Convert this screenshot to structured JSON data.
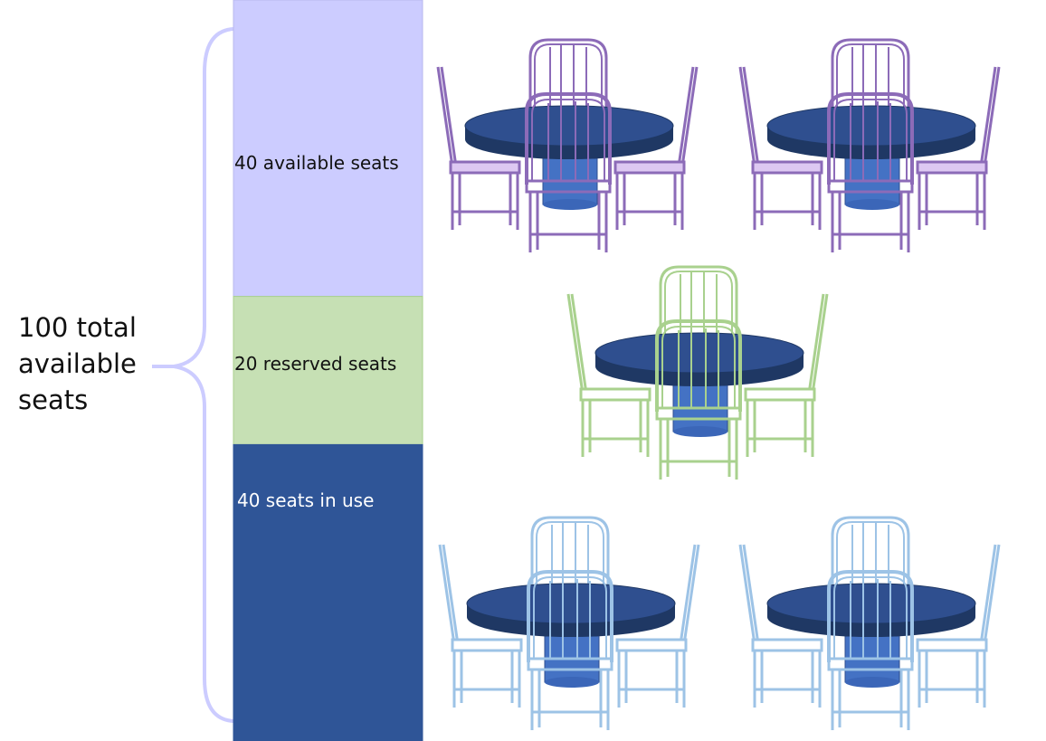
{
  "total": {
    "label": "100 total\navailable\nseats",
    "value": 100
  },
  "segments": [
    {
      "id": "available",
      "label": "40 available seats",
      "seats": 40,
      "color": "#ccccff",
      "border": "#b9b9ee",
      "chair_color": "#8c6bb8",
      "chair_light": "#ddc8f2"
    },
    {
      "id": "reserved",
      "label": "20 reserved seats",
      "seats": 20,
      "color": "#c6e0b4",
      "border": "#a9d18e",
      "chair_color": "#a9d18e",
      "chair_light": "#ffffff"
    },
    {
      "id": "inuse",
      "label": "40 seats in use",
      "seats": 40,
      "color": "#2f5597",
      "border": "#2f5597",
      "chair_color": "#9dc3e6",
      "chair_light": "#ffffff"
    }
  ],
  "colors": {
    "brace": "#ccccff",
    "table_top": "#2f4f8f",
    "table_edge": "#1f3864",
    "table_base": "#4472c4"
  },
  "icons": [
    "table-with-chairs-icon"
  ]
}
